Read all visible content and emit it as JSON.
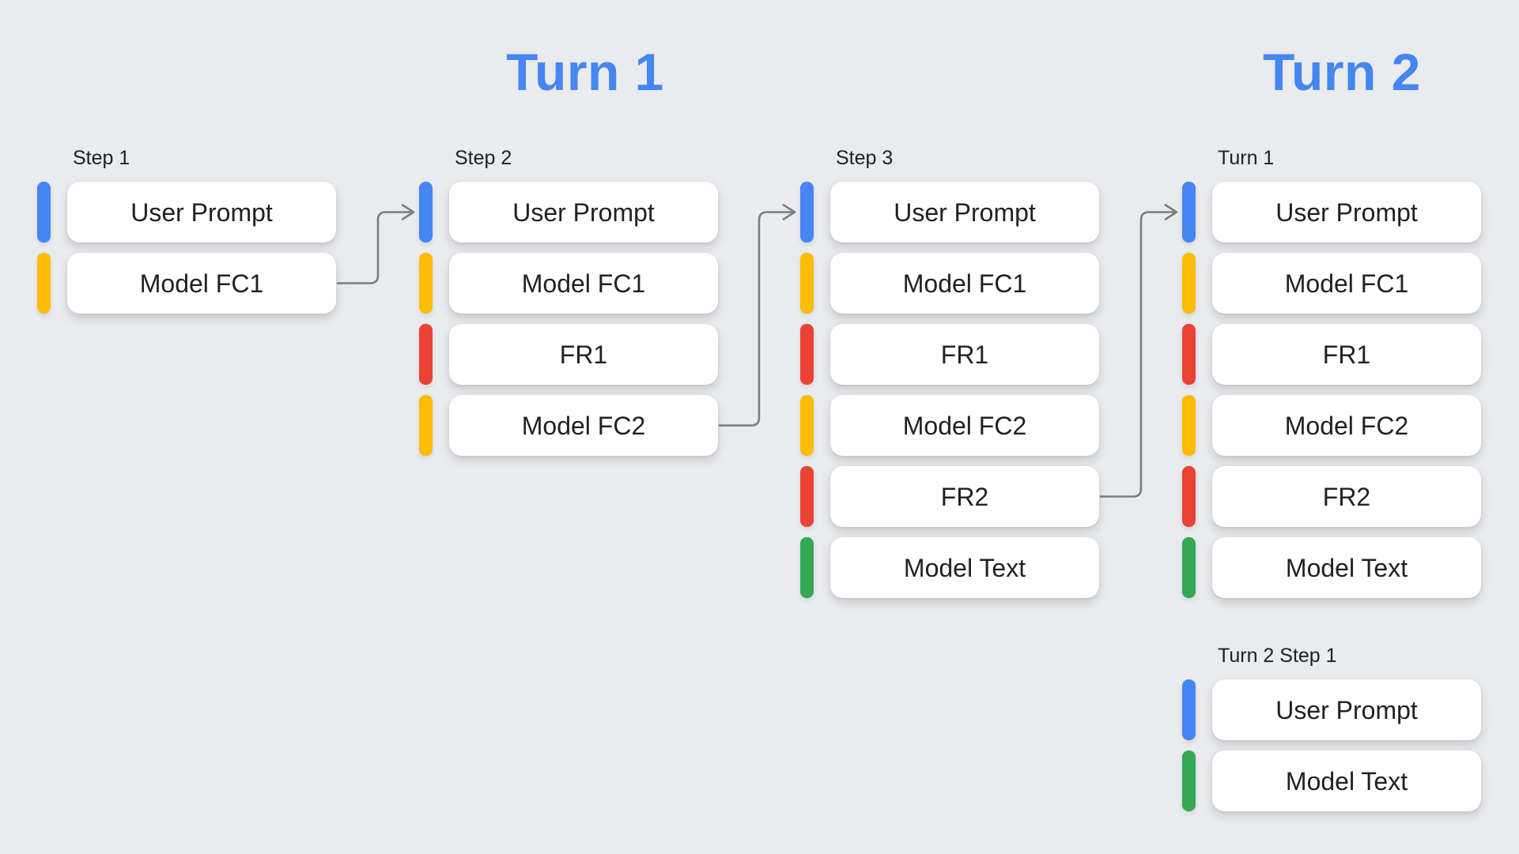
{
  "titles": [
    {
      "text": "Turn 1"
    },
    {
      "text": "Turn 2"
    }
  ],
  "colors": {
    "blue": "#4686F3",
    "yellow": "#FBBC04",
    "red": "#EA4335",
    "green": "#34A853",
    "title": "#4686F3",
    "arrow": "#797E83",
    "background": "#E9EBEE",
    "text": "#202124"
  },
  "groups": [
    {
      "label": "Step 1",
      "boxes": [
        {
          "text": "User Prompt",
          "color": "blue"
        },
        {
          "text": "Model FC1",
          "color": "yellow"
        }
      ]
    },
    {
      "label": "Step 2",
      "boxes": [
        {
          "text": "User Prompt",
          "color": "blue"
        },
        {
          "text": "Model FC1",
          "color": "yellow"
        },
        {
          "text": "FR1",
          "color": "red"
        },
        {
          "text": "Model FC2",
          "color": "yellow"
        }
      ]
    },
    {
      "label": "Step 3",
      "boxes": [
        {
          "text": "User Prompt",
          "color": "blue"
        },
        {
          "text": "Model FC1",
          "color": "yellow"
        },
        {
          "text": "FR1",
          "color": "red"
        },
        {
          "text": "Model FC2",
          "color": "yellow"
        },
        {
          "text": "FR2",
          "color": "red"
        },
        {
          "text": "Model Text",
          "color": "green"
        }
      ]
    },
    {
      "label": "Turn 1",
      "boxes": [
        {
          "text": "User Prompt",
          "color": "blue"
        },
        {
          "text": "Model FC1",
          "color": "yellow"
        },
        {
          "text": "FR1",
          "color": "red"
        },
        {
          "text": "Model FC2",
          "color": "yellow"
        },
        {
          "text": "FR2",
          "color": "red"
        },
        {
          "text": "Model Text",
          "color": "green"
        }
      ]
    },
    {
      "label": "Turn 2 Step 1",
      "boxes": [
        {
          "text": "User Prompt",
          "color": "blue"
        },
        {
          "text": "Model Text",
          "color": "green"
        }
      ]
    }
  ],
  "arrows": [
    {
      "from_group": 0,
      "from_row": 1,
      "to_group": 1,
      "to_row": 0
    },
    {
      "from_group": 1,
      "from_row": 3,
      "to_group": 2,
      "to_row": 0
    },
    {
      "from_group": 2,
      "from_row": 4,
      "to_group": 3,
      "to_row": 0
    }
  ]
}
